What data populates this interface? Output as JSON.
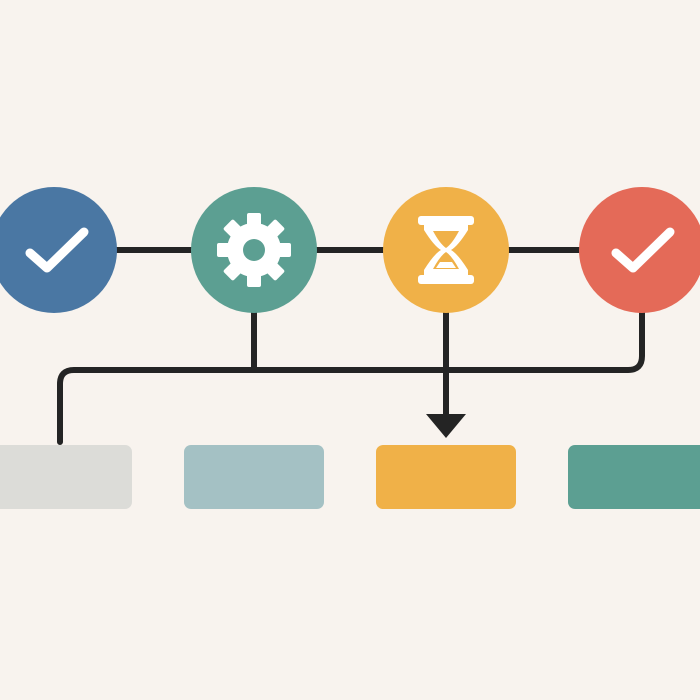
{
  "diagram": {
    "background": "#f8f3ee",
    "connector_color": "#242424",
    "steps": [
      {
        "id": "step-1",
        "icon": "checkmark-icon",
        "color": "#4a77a3"
      },
      {
        "id": "step-2",
        "icon": "gear-icon",
        "color": "#5c9f92"
      },
      {
        "id": "step-3",
        "icon": "hourglass-icon",
        "color": "#f0b148"
      },
      {
        "id": "step-4",
        "icon": "checkmark-icon",
        "color": "#e46a58"
      }
    ],
    "blocks": [
      {
        "id": "block-1",
        "color": "#dcdcd8"
      },
      {
        "id": "block-2",
        "color": "#a4c1c4"
      },
      {
        "id": "block-3",
        "color": "#f0b148"
      },
      {
        "id": "block-4",
        "color": "#5c9f92"
      }
    ]
  }
}
